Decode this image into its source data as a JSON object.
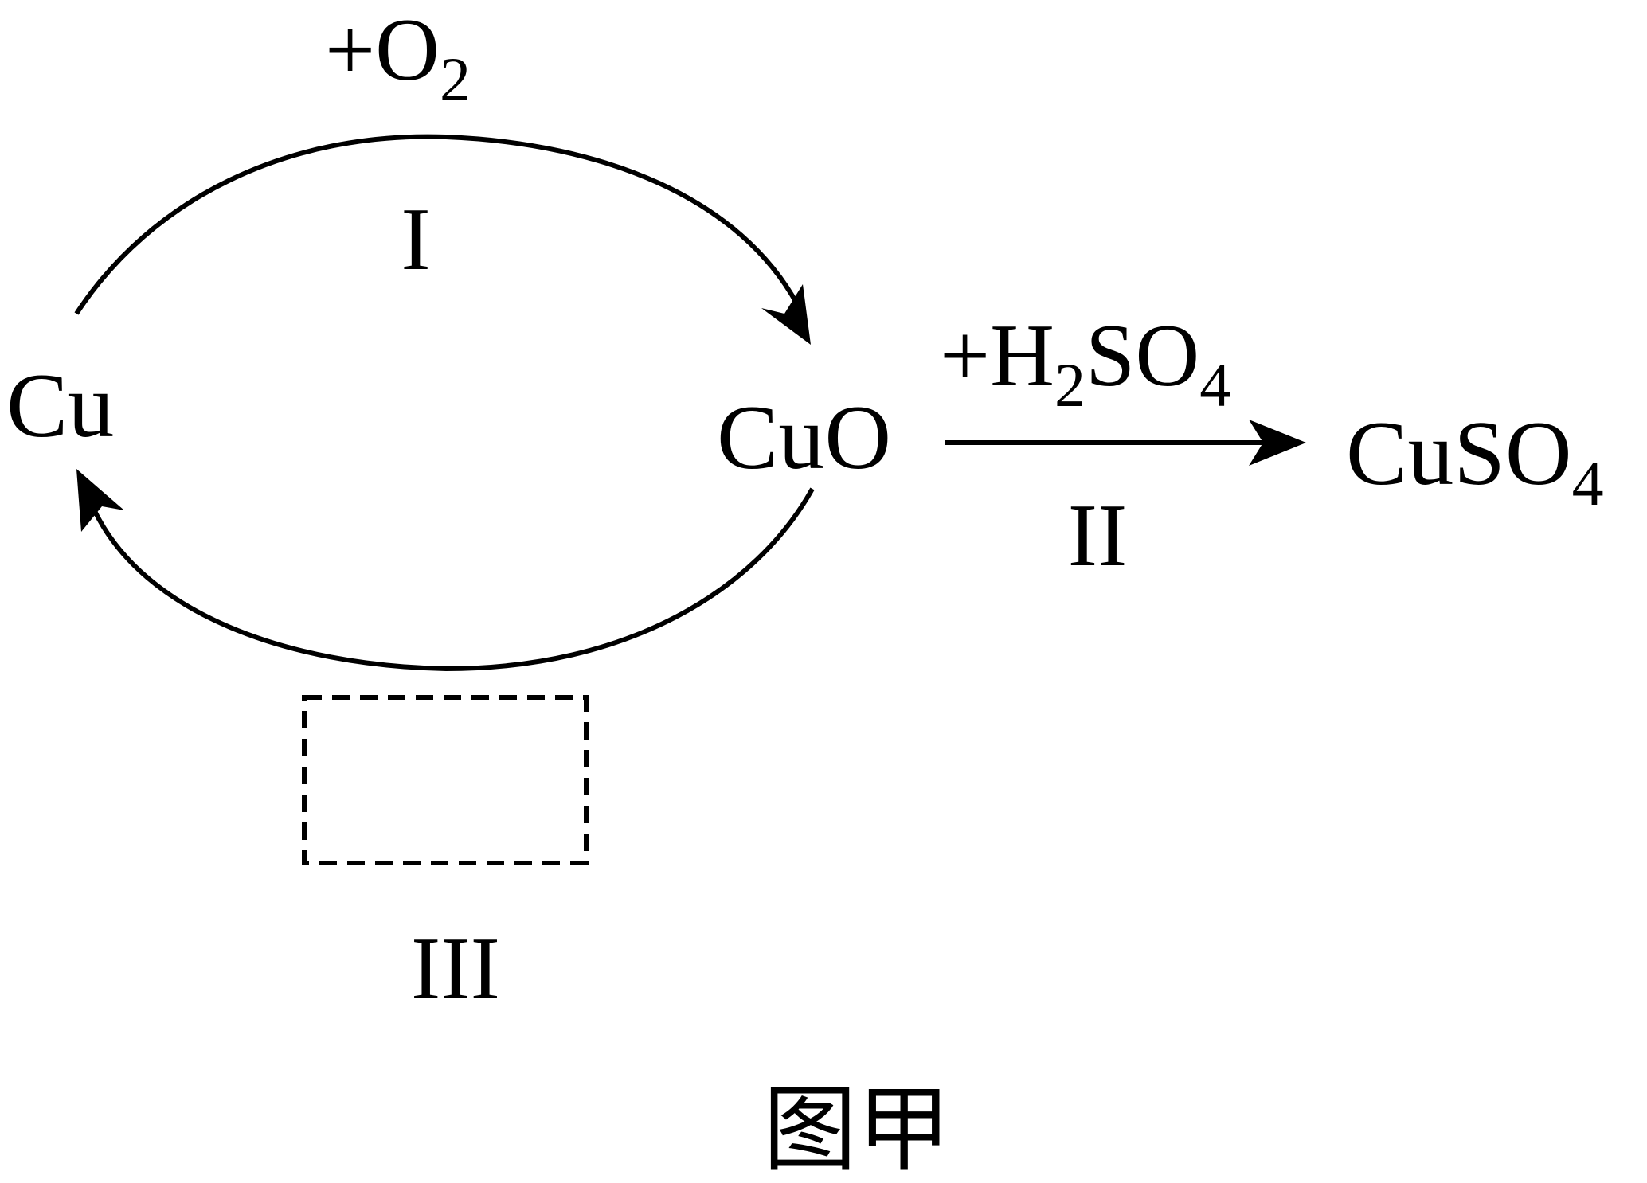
{
  "diagram": {
    "nodes": {
      "cu": {
        "base": "Cu"
      },
      "cuo": {
        "base": "CuO"
      },
      "cuso4": {
        "base": "CuSO",
        "sub": "4"
      }
    },
    "reactions": {
      "step1": {
        "roman": "I",
        "reagent": {
          "prefix": "+O",
          "sub": "2"
        }
      },
      "step2": {
        "roman": "II",
        "reagent": {
          "part1": "+H",
          "sub1": "2",
          "part2": "SO",
          "sub2": "4"
        }
      },
      "step3": {
        "roman": "III",
        "reagent_box": ""
      }
    },
    "caption": "图甲"
  }
}
